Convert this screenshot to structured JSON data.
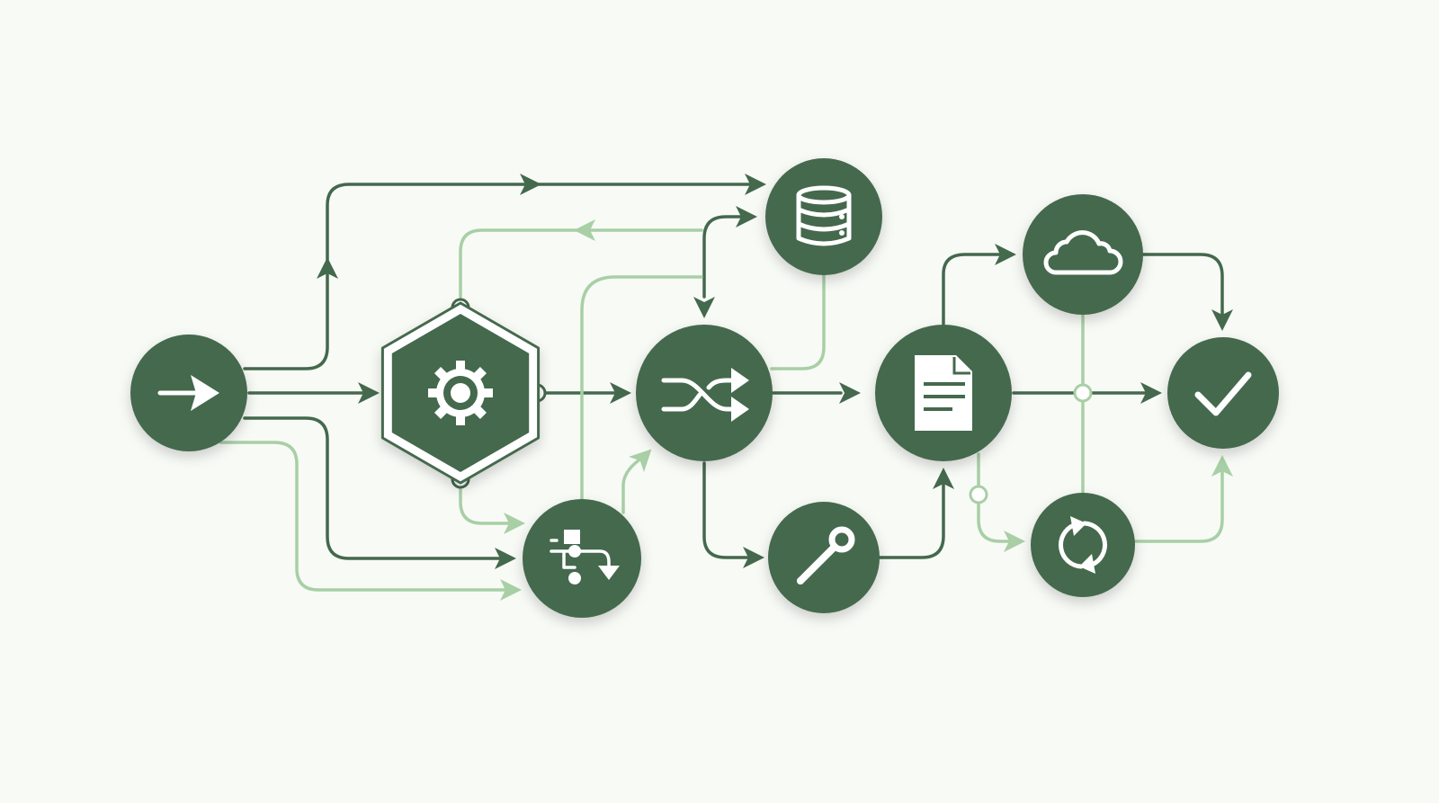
{
  "colors": {
    "background": "#f8faf6",
    "node": "#44694d",
    "connector_dark": "#44694d",
    "connector_light": "#a8cfa5",
    "icon": "#ffffff"
  },
  "nodes": [
    {
      "id": "start",
      "icon": "arrow-right-icon"
    },
    {
      "id": "process",
      "icon": "gear-icon",
      "shape": "hexagon"
    },
    {
      "id": "router",
      "icon": "shuffle-icon"
    },
    {
      "id": "storage",
      "icon": "database-icon"
    },
    {
      "id": "workflow",
      "icon": "flowchart-icon"
    },
    {
      "id": "tools",
      "icon": "wrench-icon"
    },
    {
      "id": "document",
      "icon": "document-icon"
    },
    {
      "id": "cloud",
      "icon": "cloud-icon"
    },
    {
      "id": "sync",
      "icon": "sync-icon"
    },
    {
      "id": "done",
      "icon": "checkmark-icon"
    }
  ]
}
